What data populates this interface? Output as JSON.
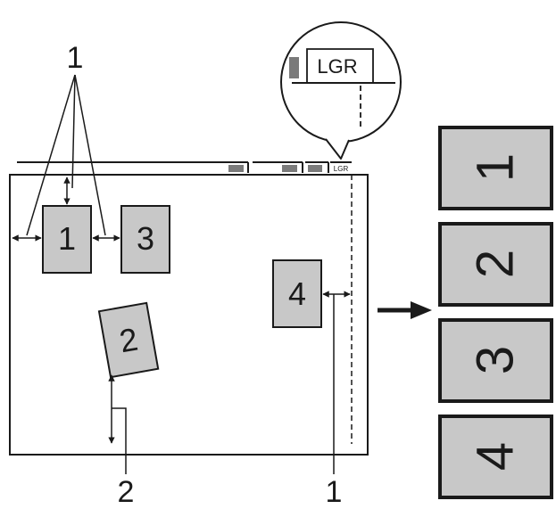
{
  "callouts": {
    "top": "1",
    "bottom_left": "2",
    "bottom_right": "1"
  },
  "magnifier": {
    "size_label": "LGR"
  },
  "glass": {
    "size_label": "LGR"
  },
  "documents": {
    "doc1": "1",
    "doc2": "2",
    "doc3": "3",
    "doc4": "4"
  },
  "results": [
    "1",
    "2",
    "3",
    "4"
  ],
  "colors": {
    "paper": "#c8c8c8",
    "result_paper": "#c8c8c8",
    "marker": "#7a7a7a",
    "ink": "#1a1a1a"
  }
}
